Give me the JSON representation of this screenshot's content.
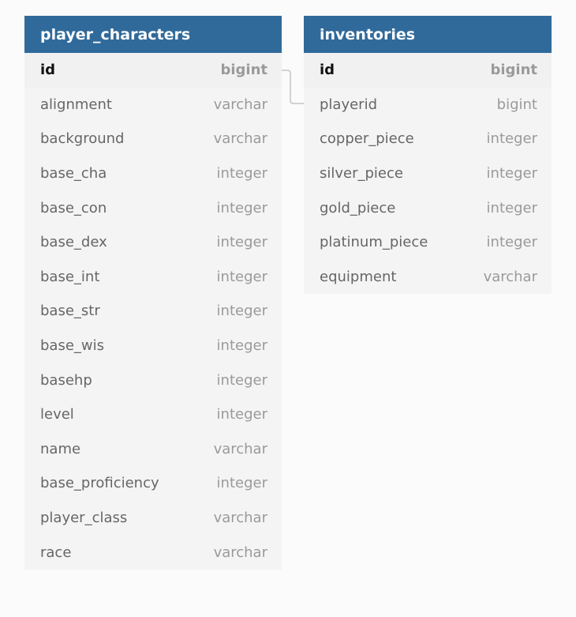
{
  "tables": [
    {
      "name": "player_characters",
      "fields": [
        {
          "name": "id",
          "type": "bigint",
          "pk": true
        },
        {
          "name": "alignment",
          "type": "varchar"
        },
        {
          "name": "background",
          "type": "varchar"
        },
        {
          "name": "base_cha",
          "type": "integer"
        },
        {
          "name": "base_con",
          "type": "integer"
        },
        {
          "name": "base_dex",
          "type": "integer"
        },
        {
          "name": "base_int",
          "type": "integer"
        },
        {
          "name": "base_str",
          "type": "integer"
        },
        {
          "name": "base_wis",
          "type": "integer"
        },
        {
          "name": "basehp",
          "type": "integer"
        },
        {
          "name": "level",
          "type": "integer"
        },
        {
          "name": "name",
          "type": "varchar"
        },
        {
          "name": "base_proficiency",
          "type": "integer"
        },
        {
          "name": "player_class",
          "type": "varchar"
        },
        {
          "name": "race",
          "type": "varchar"
        }
      ]
    },
    {
      "name": "inventories",
      "fields": [
        {
          "name": "id",
          "type": "bigint",
          "pk": true
        },
        {
          "name": "playerid",
          "type": "bigint"
        },
        {
          "name": "copper_piece",
          "type": "integer"
        },
        {
          "name": "silver_piece",
          "type": "integer"
        },
        {
          "name": "gold_piece",
          "type": "integer"
        },
        {
          "name": "platinum_piece",
          "type": "integer"
        },
        {
          "name": "equipment",
          "type": "varchar"
        }
      ]
    }
  ],
  "colors": {
    "header_bg": "#306a9a",
    "header_text": "#ffffff",
    "field_name": "#666666",
    "field_type": "#9a9a9a",
    "pk_text": "#111111",
    "connector": "#c4c4c4"
  }
}
